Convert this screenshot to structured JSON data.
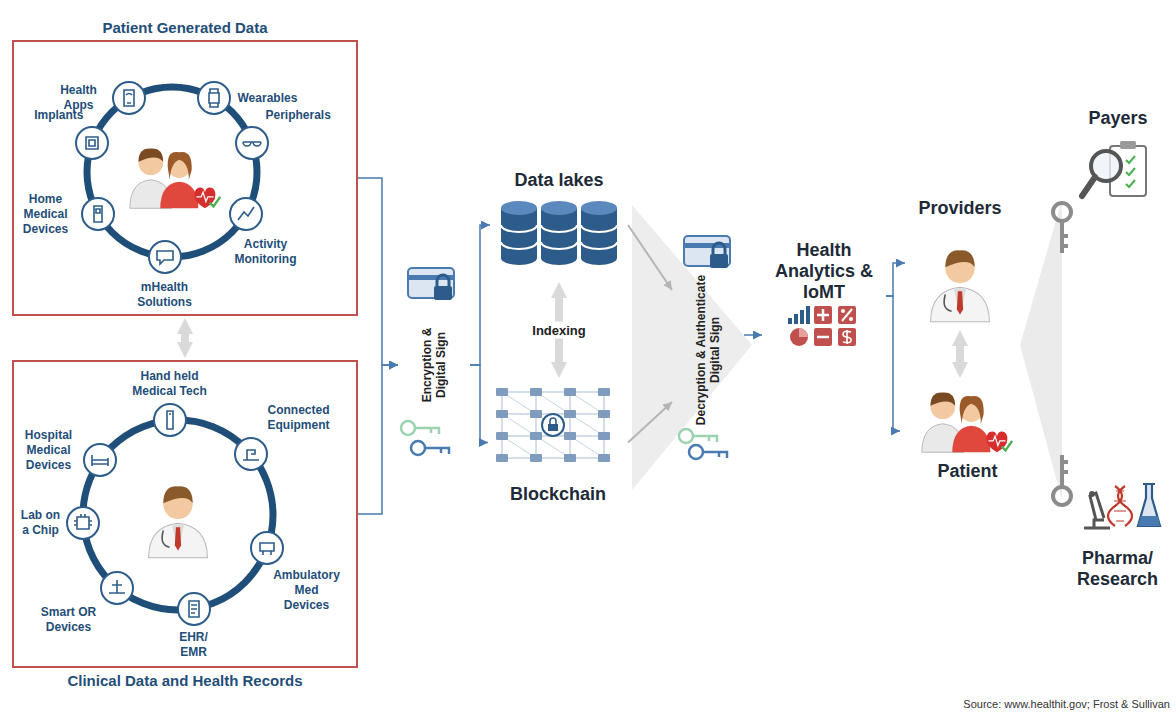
{
  "diagram": {
    "nodes": [
      {
        "text": [
          "Patient Generated Data"
        ]
      },
      {
        "text": [
          "Health Apps"
        ],
        "in": 0
      },
      {
        "text": [
          "Wearables"
        ],
        "in": 0
      },
      {
        "text": [
          "Implants"
        ],
        "in": 0
      },
      {
        "text": [
          "Peripherals"
        ],
        "in": 0
      },
      {
        "text": [
          "Home Medical Devices"
        ],
        "in": 0
      },
      {
        "text": [
          "Activity Monitoring"
        ],
        "in": 0
      },
      {
        "text": [
          "mHealth Solutions"
        ],
        "in": 0
      },
      {
        "text": [
          "Clinical Data and Health Records"
        ]
      },
      {
        "text": [
          "Hand held Medical Tech"
        ],
        "in": 8
      },
      {
        "text": [
          "Connected Equipment"
        ],
        "in": 8
      },
      {
        "text": [
          "Hospital Medical Devices"
        ],
        "in": 8
      },
      {
        "text": [
          "Lab on a Chip"
        ],
        "in": 8
      },
      {
        "text": [
          "Ambulatory Med Devices"
        ],
        "in": 8
      },
      {
        "text": [
          "Smart OR Devices"
        ],
        "in": 8
      },
      {
        "text": [
          "EHR/ EMR"
        ],
        "in": 8
      },
      {
        "text": [
          "Encryption & Digital Sign"
        ]
      },
      {
        "text": [
          "Data lakes"
        ]
      },
      {
        "text": [
          "Blockchain"
        ]
      },
      {
        "text": [
          "Decryption & Authenticate Digital Sign"
        ]
      },
      {
        "text": [
          "Health Analytics & IoMT"
        ]
      },
      {
        "text": [
          "Providers"
        ]
      },
      {
        "text": [
          "Patient"
        ]
      },
      {
        "text": [
          "Payers"
        ]
      },
      {
        "text": [
          "Pharma/ Research"
        ]
      }
    ],
    "edges": [
      {
        "from": 0,
        "to": 8,
        "arrow": "both"
      },
      {
        "from": 0,
        "to": 16,
        "arrow": "to"
      },
      {
        "from": 8,
        "to": 16,
        "arrow": "to"
      },
      {
        "from": 16,
        "to": 17,
        "arrow": "to"
      },
      {
        "from": 16,
        "to": 18,
        "arrow": "to"
      },
      {
        "from": 17,
        "to": 18,
        "label": "Indexing",
        "arrow": "both"
      },
      {
        "from": 17,
        "to": 19,
        "arrow": "to"
      },
      {
        "from": 18,
        "to": 19,
        "arrow": "to"
      },
      {
        "from": 19,
        "to": 20,
        "arrow": "to"
      },
      {
        "from": 20,
        "to": 21,
        "arrow": "to"
      },
      {
        "from": 20,
        "to": 22,
        "arrow": "to"
      },
      {
        "from": 21,
        "to": 22,
        "arrow": "both"
      }
    ],
    "labels": [
      "Source: www.healthit.gov; Frost & Sullivan"
    ]
  }
}
